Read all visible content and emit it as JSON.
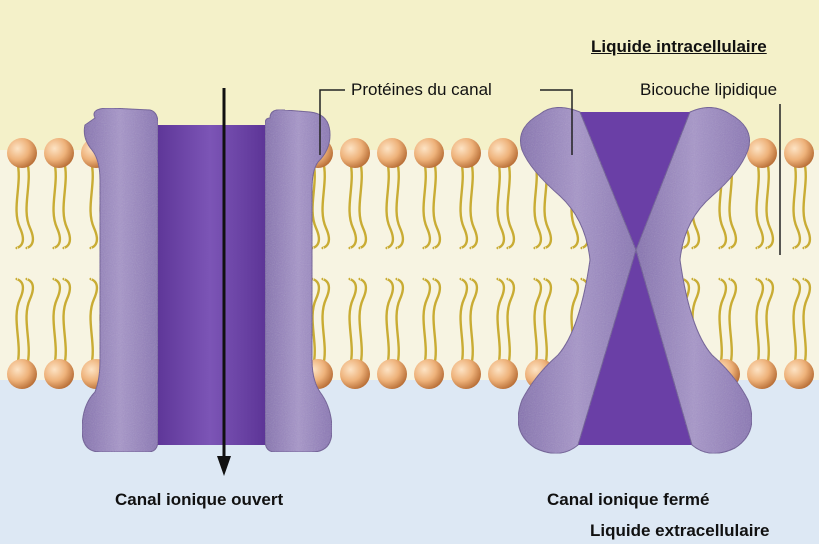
{
  "labels": {
    "intracellular": "Liquide intracellulaire",
    "extracellular": "Liquide extracellulaire",
    "channel_proteins": "Protéines du canal",
    "lipid_bilayer": "Bicouche lipidique",
    "open_channel": "Canal ionique ouvert",
    "closed_channel": "Canal ionique fermé"
  },
  "colors": {
    "intracellular_bg": "#f4f1c9",
    "extracellular_bg": "#dde8f4",
    "protein": "#9a86c0",
    "protein_dark": "#6d4fa3",
    "pore": "#6a3fa6",
    "lipid_head": "#eeb27a",
    "lipid_tail": "#c9ac34"
  }
}
